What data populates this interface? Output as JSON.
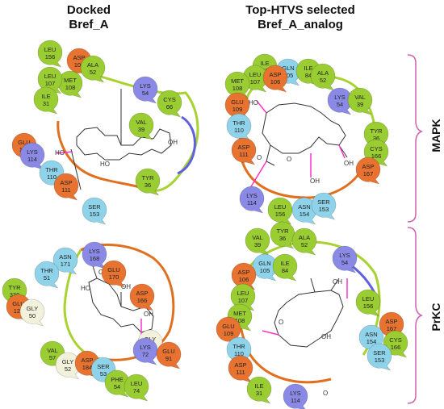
{
  "headers": {
    "left": [
      "Docked",
      "Bref_A"
    ],
    "right": [
      "Top-HTVS selected",
      "Bref_A_analog"
    ]
  },
  "row_labels": {
    "top": "MAPK",
    "bottom": "PrKC"
  },
  "colors": {
    "hydrophobic": "#9acd32",
    "charged_negative": "#e8722f",
    "charged_positive": "#8a8ae6",
    "polar": "#8fd3ea",
    "glycine": "#f2f2dc",
    "hbond": "#ff33cc",
    "pi_cation": "#3a3ae0",
    "contour_orange": "#e07020",
    "contour_green": "#a8d230"
  },
  "panels": {
    "mapk_docked": {
      "residues": [
        {
          "name": "LEU",
          "num": "156",
          "type": "hydrophobic"
        },
        {
          "name": "ASP",
          "num": "106",
          "type": "charged_negative"
        },
        {
          "name": "MET",
          "num": "108",
          "type": "hydrophobic"
        },
        {
          "name": "ALA",
          "num": "52",
          "type": "hydrophobic"
        },
        {
          "name": "LEU",
          "num": "107",
          "type": "hydrophobic"
        },
        {
          "name": "ILE",
          "num": "31",
          "type": "hydrophobic"
        },
        {
          "name": "LYS",
          "num": "54",
          "type": "charged_positive"
        },
        {
          "name": "VAL",
          "num": "39",
          "type": "hydrophobic"
        },
        {
          "name": "CYS",
          "num": "66",
          "type": "hydrophobic"
        },
        {
          "name": "GLU",
          "num": "109",
          "type": "charged_negative"
        },
        {
          "name": "LYS",
          "num": "114",
          "type": "charged_positive"
        },
        {
          "name": "THR",
          "num": "110",
          "type": "polar"
        },
        {
          "name": "ASP",
          "num": "111",
          "type": "charged_negative"
        },
        {
          "name": "SER",
          "num": "153",
          "type": "polar"
        },
        {
          "name": "TYR",
          "num": "36",
          "type": "hydrophobic"
        }
      ],
      "oh_labels": [
        "HO",
        "HO",
        "OH"
      ]
    },
    "mapk_analog": {
      "residues": [
        {
          "name": "ILE",
          "num": "31",
          "type": "hydrophobic"
        },
        {
          "name": "GLN",
          "num": "105",
          "type": "polar"
        },
        {
          "name": "ILE",
          "num": "84",
          "type": "hydrophobic"
        },
        {
          "name": "ALA",
          "num": "52",
          "type": "hydrophobic"
        },
        {
          "name": "LEU",
          "num": "107",
          "type": "hydrophobic"
        },
        {
          "name": "ASP",
          "num": "106",
          "type": "charged_negative"
        },
        {
          "name": "MET",
          "num": "108",
          "type": "hydrophobic"
        },
        {
          "name": "LYS",
          "num": "54",
          "type": "charged_positive"
        },
        {
          "name": "VAL",
          "num": "39",
          "type": "hydrophobic"
        },
        {
          "name": "GLU",
          "num": "109",
          "type": "charged_negative"
        },
        {
          "name": "THR",
          "num": "110",
          "type": "polar"
        },
        {
          "name": "TYR",
          "num": "36",
          "type": "hydrophobic"
        },
        {
          "name": "CYS",
          "num": "166",
          "type": "hydrophobic"
        },
        {
          "name": "ASP",
          "num": "111",
          "type": "charged_negative"
        },
        {
          "name": "ASP",
          "num": "167",
          "type": "charged_negative"
        },
        {
          "name": "LYS",
          "num": "114",
          "type": "charged_positive"
        },
        {
          "name": "LEU",
          "num": "156",
          "type": "hydrophobic"
        },
        {
          "name": "ASN",
          "num": "154",
          "type": "polar"
        },
        {
          "name": "SER",
          "num": "153",
          "type": "polar"
        }
      ],
      "oh_labels": [
        "HO",
        "OH",
        "OH",
        "O",
        "O"
      ]
    },
    "prkc_docked": {
      "residues": [
        {
          "name": "ASN",
          "num": "171",
          "type": "polar"
        },
        {
          "name": "LYS",
          "num": "168",
          "type": "charged_positive"
        },
        {
          "name": "THR",
          "num": "51",
          "type": "polar"
        },
        {
          "name": "GLU",
          "num": "170",
          "type": "charged_negative"
        },
        {
          "name": "ASP",
          "num": "166",
          "type": "charged_negative"
        },
        {
          "name": "TYR",
          "num": "330",
          "type": "hydrophobic"
        },
        {
          "name": "GLU",
          "num": "127",
          "type": "charged_negative"
        },
        {
          "name": "GLY",
          "num": "50",
          "type": "glycine"
        },
        {
          "name": "GLY",
          "num": "186",
          "type": "glycine"
        },
        {
          "name": "VAL",
          "num": "57",
          "type": "hydrophobic"
        },
        {
          "name": "GLY",
          "num": "52",
          "type": "glycine"
        },
        {
          "name": "ASP",
          "num": "184",
          "type": "charged_negative"
        },
        {
          "name": "SER",
          "num": "53",
          "type": "polar"
        },
        {
          "name": "LYS",
          "num": "72",
          "type": "charged_positive"
        },
        {
          "name": "GLU",
          "num": "91",
          "type": "charged_negative"
        },
        {
          "name": "PHE",
          "num": "54",
          "type": "hydrophobic"
        },
        {
          "name": "LEU",
          "num": "74",
          "type": "hydrophobic"
        }
      ],
      "oh_labels": [
        "HO",
        "O",
        "OH",
        "OH"
      ]
    },
    "prkc_analog": {
      "residues": [
        {
          "name": "VAL",
          "num": "39",
          "type": "hydrophobic"
        },
        {
          "name": "TYR",
          "num": "36",
          "type": "hydrophobic"
        },
        {
          "name": "ALA",
          "num": "52",
          "type": "hydrophobic"
        },
        {
          "name": "LYS",
          "num": "54",
          "type": "charged_positive"
        },
        {
          "name": "GLN",
          "num": "105",
          "type": "polar"
        },
        {
          "name": "ILE",
          "num": "84",
          "type": "hydrophobic"
        },
        {
          "name": "ASP",
          "num": "106",
          "type": "charged_negative"
        },
        {
          "name": "LEU",
          "num": "107",
          "type": "hydrophobic"
        },
        {
          "name": "MET",
          "num": "108",
          "type": "hydrophobic"
        },
        {
          "name": "LEU",
          "num": "156",
          "type": "hydrophobic"
        },
        {
          "name": "GLU",
          "num": "109",
          "type": "charged_negative"
        },
        {
          "name": "ASP",
          "num": "167",
          "type": "charged_negative"
        },
        {
          "name": "ASN",
          "num": "154",
          "type": "polar"
        },
        {
          "name": "THR",
          "num": "110",
          "type": "polar"
        },
        {
          "name": "CYS",
          "num": "166",
          "type": "hydrophobic"
        },
        {
          "name": "SER",
          "num": "153",
          "type": "polar"
        },
        {
          "name": "ASP",
          "num": "111",
          "type": "charged_negative"
        },
        {
          "name": "ILE",
          "num": "31",
          "type": "hydrophobic"
        },
        {
          "name": "LYS",
          "num": "114",
          "type": "charged_positive"
        }
      ],
      "oh_labels": [
        "OH",
        "OH",
        "O",
        "O"
      ]
    }
  }
}
